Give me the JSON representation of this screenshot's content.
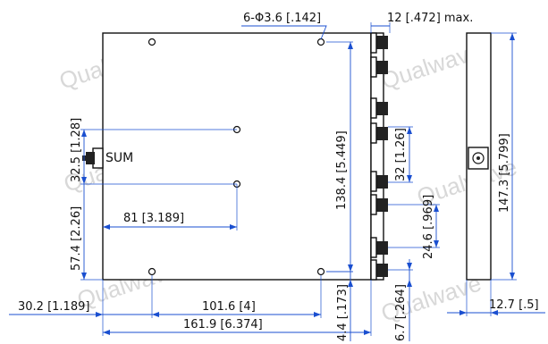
{
  "brand": {
    "watermark": "Qualwave"
  },
  "labels": {
    "sum": "SUM",
    "hole_spec": "6-Φ3.6 [.142]",
    "depth_max": "12 [.472] max.",
    "dim_32_5": "32.5 [1.28]",
    "dim_57_4": "57.4 [2.26]",
    "dim_81": "81 [3.189]",
    "dim_138_4": "138.4 [5.449]",
    "dim_32": "32 [1.26]",
    "dim_24_6": "24.6 [.969]",
    "dim_147_3": "147.3 [5.799]",
    "dim_30_2": "30.2 [1.189]",
    "dim_101_6": "101.6 [4]",
    "dim_161_9": "161.9 [6.374]",
    "dim_4_4": "4.4 [.173]",
    "dim_6_7": "6.7 [.264]",
    "dim_12_7": "12.7 [.5]"
  },
  "colors": {
    "dimension": "#1a4fd0",
    "outline": "#111111",
    "watermark": "#d8d8d8"
  }
}
